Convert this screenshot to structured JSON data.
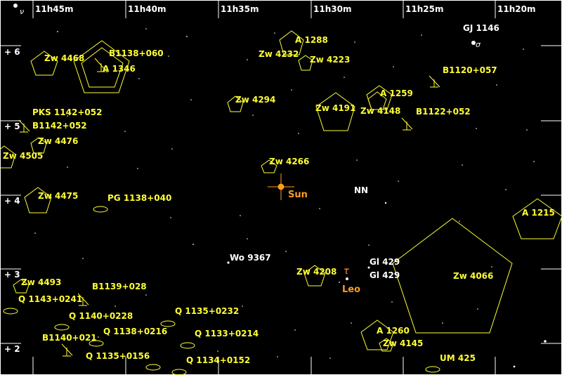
{
  "colors": {
    "background": "#000000",
    "galaxy": "#ffff33",
    "star": "#ffffff",
    "sun": "#ff9d1f",
    "leo": "#ff9d1f",
    "grid": "#ffffff"
  },
  "axes": {
    "ra_labels": [
      "11h45m",
      "11h40m",
      "11h35m",
      "11h30m",
      "11h25m",
      "11h20m"
    ],
    "dec_labels": [
      "+ 6",
      "+ 5",
      "+ 4",
      "+ 3",
      "+ 2"
    ]
  },
  "greek": {
    "nu": "ν",
    "sigma": "σ",
    "tau": "τ"
  },
  "objects": {
    "gj1146": "GJ 1146",
    "a1288": "A 1288",
    "zw4468": "Zw 4468",
    "b1138": "B1138+060",
    "zw4232": "Zw 4232",
    "zw4223": "Zw 4223",
    "a1346": "A 1346",
    "b1120": "B1120+057",
    "a1259": "A 1259",
    "zw4294": "Zw 4294",
    "zw4191": "Zw 4191",
    "zw4148": "Zw 4148",
    "b1122": "B1122+052",
    "pks1142": "PKS 1142+052",
    "b1142": "B1142+052",
    "zw4476": "Zw 4476",
    "zw4505": "Zw 4505",
    "zw4266": "Zw 4266",
    "sun": "Sun",
    "nn": "NN",
    "zw4475": "Zw 4475",
    "pg1138": "PG 1138+040",
    "a1215": "A 1215",
    "wo9367": "Wo 9367",
    "gl429a": "Gl 429",
    "gl429b": "Gl 429",
    "zw4208": "Zw 4208",
    "leo": "Leo",
    "zw4066": "Zw 4066",
    "zw4493": "Zw 4493",
    "b1139": "B1139+028",
    "q1143": "Q 1143+0241",
    "q1140": "Q 1140+0228",
    "q1135a": "Q 1135+0232",
    "q1138": "Q 1138+0216",
    "q1133": "Q 1133+0214",
    "a1260": "A 1260",
    "zw4145": "Zw 4145",
    "b1140": "B1140+021",
    "q1135b": "Q 1135+0156",
    "q1134": "Q 1134+0152",
    "um425": "UM 425"
  }
}
